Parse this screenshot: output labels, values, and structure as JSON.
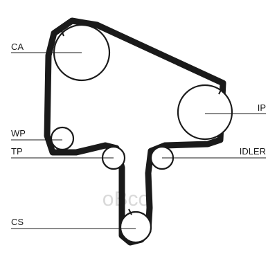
{
  "diagram": {
    "labels": {
      "ca": "CA",
      "ip": "IP",
      "wp": "WP",
      "tp": "TP",
      "idler": "IDLER",
      "cs": "CS"
    },
    "watermark": "oBco"
  },
  "colors": {
    "belt": "#1a1a1a",
    "leader": "#1a1a1a",
    "watermark": "#d9d9d9"
  }
}
